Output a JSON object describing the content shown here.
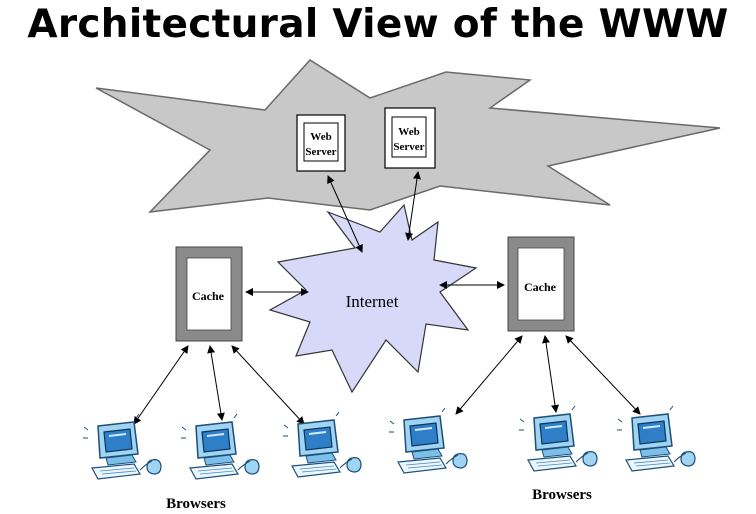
{
  "title": "Architectural View of the WWW",
  "servers": [
    {
      "line1": "Web",
      "line2": "Server"
    },
    {
      "line1": "Web",
      "line2": "Server"
    }
  ],
  "internet_label": "Internet",
  "caches": [
    {
      "label": "Cache"
    },
    {
      "label": "Cache"
    }
  ],
  "browser_groups": [
    {
      "label": "Browsers"
    },
    {
      "label": "Browsers"
    }
  ],
  "colors": {
    "cloud": "#c8c8c8",
    "internet": "#d8d8f8",
    "cache_frame": "#8a8a8a",
    "monitor": "#2f7fc8"
  }
}
